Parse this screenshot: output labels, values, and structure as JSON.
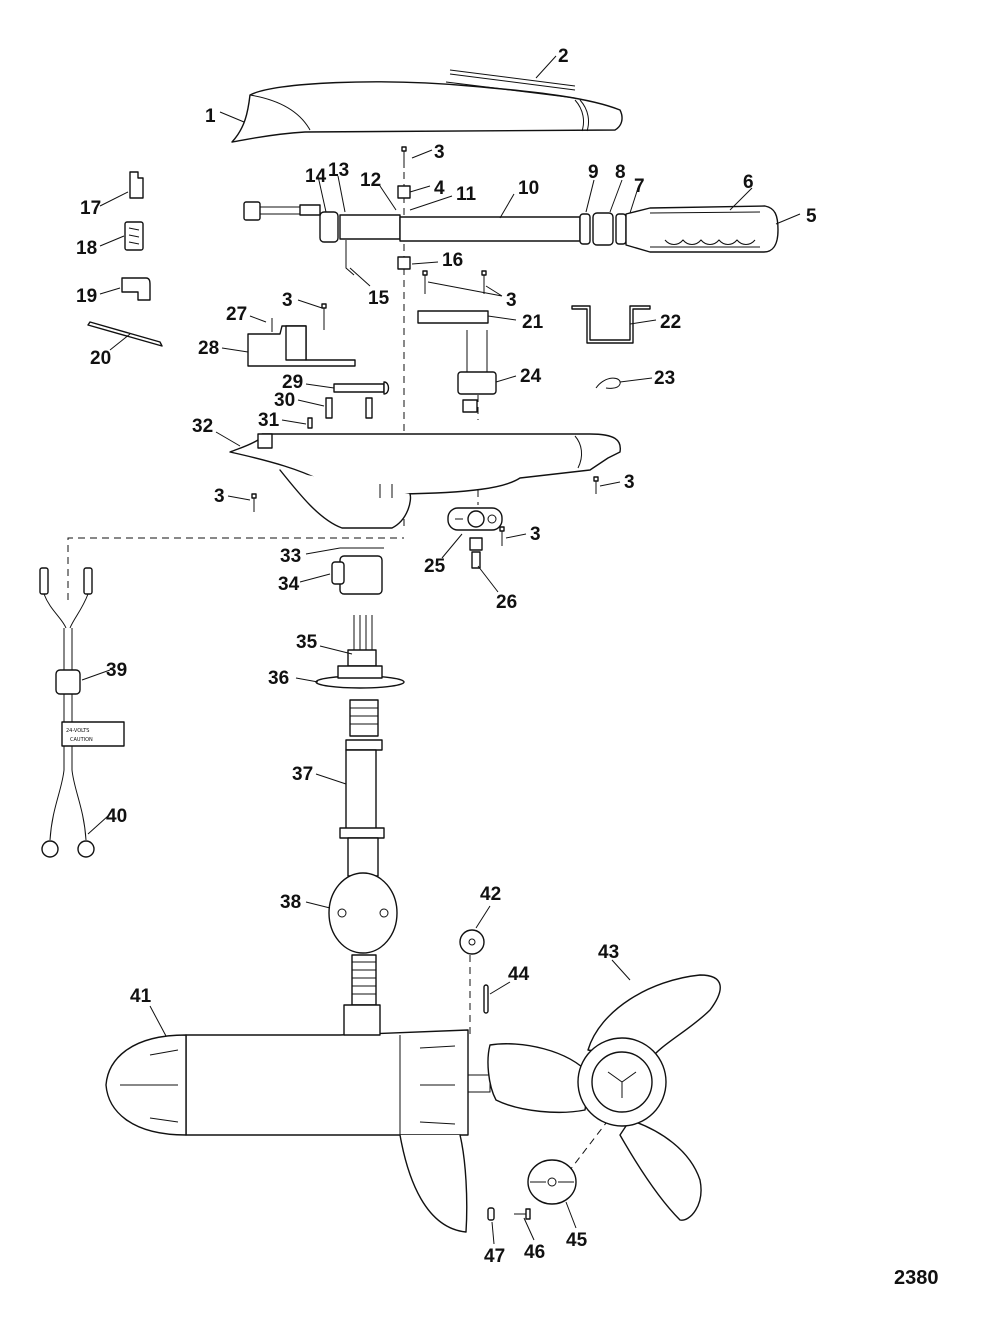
{
  "callouts": [
    {
      "id": "1",
      "label": "1"
    },
    {
      "id": "2",
      "label": "2"
    },
    {
      "id": "3a",
      "label": "3"
    },
    {
      "id": "4",
      "label": "4"
    },
    {
      "id": "5",
      "label": "5"
    },
    {
      "id": "6",
      "label": "6"
    },
    {
      "id": "7",
      "label": "7"
    },
    {
      "id": "8",
      "label": "8"
    },
    {
      "id": "9",
      "label": "9"
    },
    {
      "id": "10",
      "label": "10"
    },
    {
      "id": "11",
      "label": "11"
    },
    {
      "id": "12",
      "label": "12"
    },
    {
      "id": "13",
      "label": "13"
    },
    {
      "id": "14",
      "label": "14"
    },
    {
      "id": "15",
      "label": "15"
    },
    {
      "id": "16",
      "label": "16"
    },
    {
      "id": "3b",
      "label": "3"
    },
    {
      "id": "17",
      "label": "17"
    },
    {
      "id": "18",
      "label": "18"
    },
    {
      "id": "19",
      "label": "19"
    },
    {
      "id": "20",
      "label": "20"
    },
    {
      "id": "3c",
      "label": "3"
    },
    {
      "id": "21",
      "label": "21"
    },
    {
      "id": "22",
      "label": "22"
    },
    {
      "id": "23",
      "label": "23"
    },
    {
      "id": "24",
      "label": "24"
    },
    {
      "id": "27",
      "label": "27"
    },
    {
      "id": "28",
      "label": "28"
    },
    {
      "id": "29",
      "label": "29"
    },
    {
      "id": "30",
      "label": "30"
    },
    {
      "id": "31",
      "label": "31"
    },
    {
      "id": "32",
      "label": "32"
    },
    {
      "id": "3d",
      "label": "3"
    },
    {
      "id": "3e",
      "label": "3"
    },
    {
      "id": "3f",
      "label": "3"
    },
    {
      "id": "25",
      "label": "25"
    },
    {
      "id": "26",
      "label": "26"
    },
    {
      "id": "33",
      "label": "33"
    },
    {
      "id": "34",
      "label": "34"
    },
    {
      "id": "35",
      "label": "35"
    },
    {
      "id": "36",
      "label": "36"
    },
    {
      "id": "37",
      "label": "37"
    },
    {
      "id": "38",
      "label": "38"
    },
    {
      "id": "39",
      "label": "39"
    },
    {
      "id": "40",
      "label": "40"
    },
    {
      "id": "41",
      "label": "41"
    },
    {
      "id": "42",
      "label": "42"
    },
    {
      "id": "43",
      "label": "43"
    },
    {
      "id": "44",
      "label": "44"
    },
    {
      "id": "45",
      "label": "45"
    },
    {
      "id": "46",
      "label": "46"
    },
    {
      "id": "47",
      "label": "47"
    }
  ],
  "wire_tag": {
    "line1": "24-VOLTS",
    "line2": "CAUTION"
  },
  "figure_number": "2380"
}
